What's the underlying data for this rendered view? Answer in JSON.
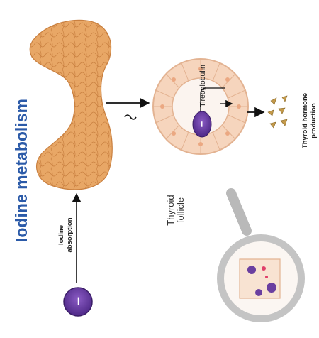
{
  "diagram": {
    "title": "Iodine metabolism",
    "iodine_absorption_label": "Iodine\nabsorption",
    "thyroid_follicle_label": "Thyroid\nfollicle",
    "tireoglobulin_label": "Tireoglobulin",
    "hormone_production_label": "Thyroid hormone\nproduction",
    "iodide_symbol": "–"
  },
  "colors": {
    "title_blue": "#2b5aa8",
    "thyroid_orange": "#e8a766",
    "iodide_purple": "#6a3fa0",
    "follicle_peach": "#f6d5bd",
    "magnifier_gray": "#b9b9b9",
    "hormone_tan": "#c49a4a"
  }
}
